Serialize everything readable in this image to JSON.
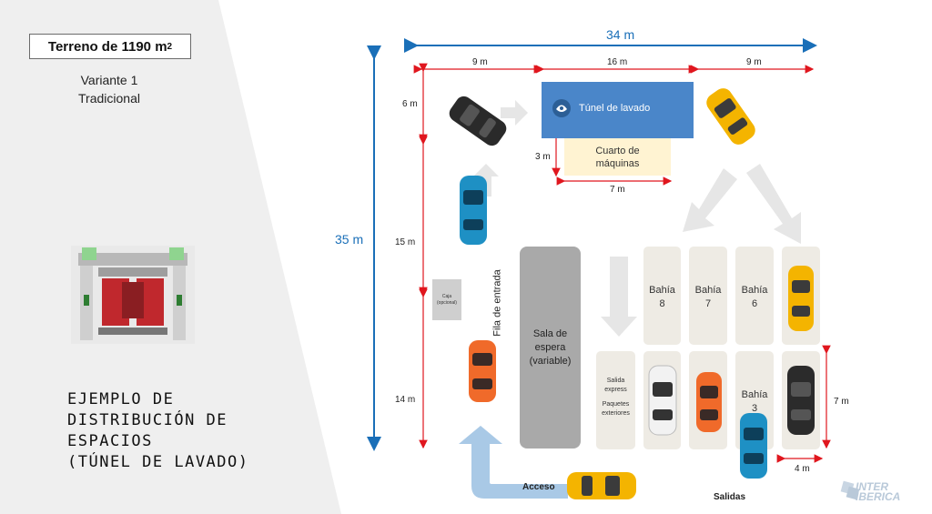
{
  "header": {
    "area_text": "Terreno de 1190 m",
    "area_sup": "2",
    "variant_line1": "Variante 1",
    "variant_line2": "Tradicional"
  },
  "title_lines": [
    "EJEMPLO DE",
    "DISTRIBUCIÓN DE",
    "ESPACIOS",
    "(TÚNEL DE LAVADO)"
  ],
  "dimensions": {
    "total_width": "34 m",
    "total_height": "35 m",
    "top_left": "9 m",
    "top_mid": "16 m",
    "top_right": "9 m",
    "left_top": "6 m",
    "left_mid": "15 m",
    "left_bottom": "14 m",
    "machines_height": "3 m",
    "machines_width": "7 m",
    "bay_height": "7 m",
    "bay_width": "4 m"
  },
  "zones": {
    "tunnel": "Túnel de lavado",
    "machines_line1": "Cuarto de",
    "machines_line2": "máquinas",
    "waiting_line1": "Sala de",
    "waiting_line2": "espera",
    "waiting_line3": "(variable)",
    "cashier_line1": "Caja",
    "cashier_line2": "(opcional)",
    "entry_queue": "Fila de entrada",
    "express_line1": "Salida",
    "express_line2": "express",
    "express_line3": "Paquetes",
    "express_line4": "exteriores",
    "access": "Acceso",
    "exits": "Salidas"
  },
  "bays": [
    {
      "word": "Bahía",
      "num": "8"
    },
    {
      "word": "Bahía",
      "num": "7"
    },
    {
      "word": "Bahía",
      "num": "6"
    },
    {
      "word": "Bahía",
      "num": "3"
    }
  ],
  "brand": {
    "line1": "INTER",
    "line2": "IBERICA"
  },
  "colors": {
    "tunnel": "#4a86c9",
    "machines": "#fff3d2",
    "waiting": "#a9a9a9",
    "bay": "#eeebe4",
    "dimension_red": "#e0161e",
    "dimension_blue": "#1a6fb8",
    "access_arrow": "#a9c9e6"
  }
}
